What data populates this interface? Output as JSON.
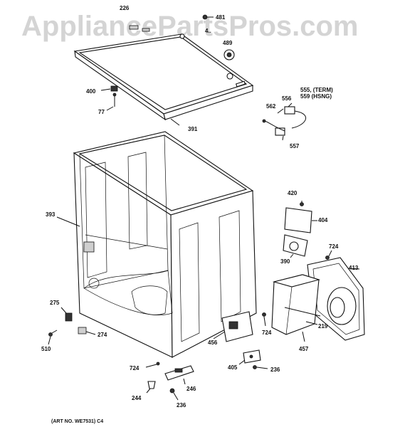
{
  "watermark": "AppliancePartsPros.com",
  "footer": "(ART NO. WE7531) C4",
  "labels": {
    "p226": "226",
    "p481": "481",
    "p4xx": "4..",
    "p489": "489",
    "p400": "400",
    "p77": "77",
    "p391": "391",
    "p555": "555, (TERM)",
    "p559": "559 (HSNG)",
    "p556": "556",
    "p562": "562",
    "p557": "557",
    "p393": "393",
    "p420": "420",
    "p404": "404",
    "p724a": "724",
    "p390": "390",
    "p413": "413",
    "p275": "275",
    "p274": "274",
    "p510": "510",
    "p456": "456",
    "p724b": "724",
    "p219": "219",
    "p457": "457",
    "p724c": "724",
    "p405": "405",
    "p236a": "236",
    "p246": "246",
    "p244": "244",
    "p236b": "236"
  },
  "colors": {
    "line": "#111111",
    "watermark": "#d4d4d4",
    "shade": "#cfcfcf"
  }
}
